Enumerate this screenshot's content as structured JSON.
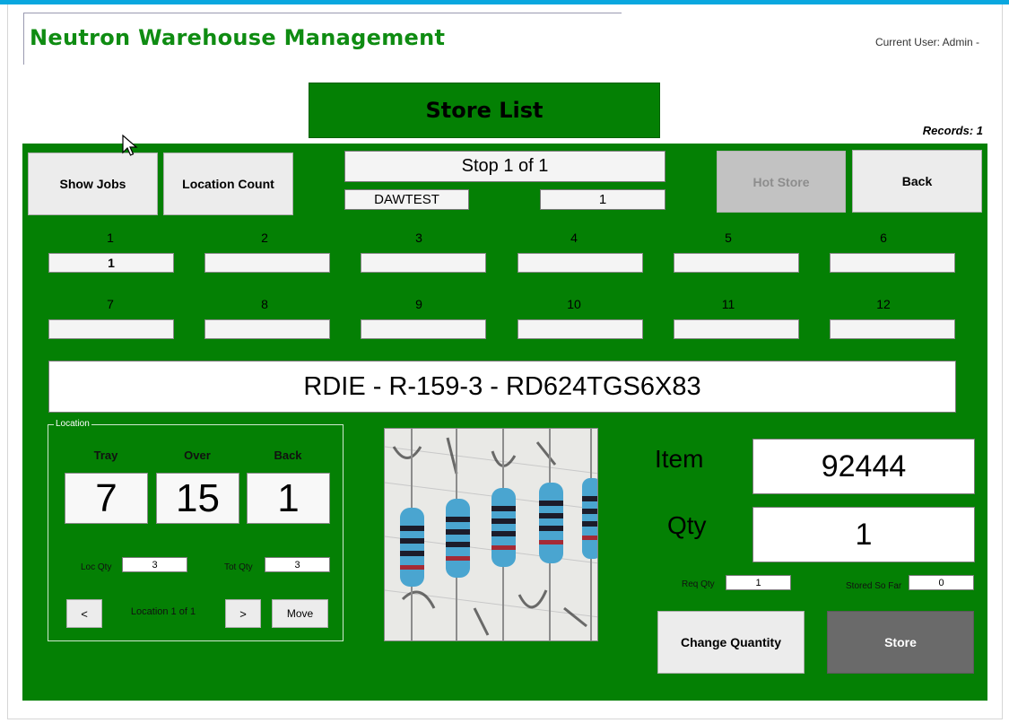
{
  "app": {
    "title": "Neutron Warehouse Management",
    "current_user": "Current User: Admin  -"
  },
  "header": {
    "page_title": "Store List",
    "records": "Records: 1"
  },
  "toolbar": {
    "show_jobs": "Show Jobs",
    "location_count": "Location Count",
    "hot_store": "Hot Store",
    "back": "Back"
  },
  "stop": {
    "label": "Stop 1 of 1",
    "job": "DAWTEST",
    "number": "1"
  },
  "slots": [
    {
      "label": "1",
      "value": "1"
    },
    {
      "label": "2",
      "value": ""
    },
    {
      "label": "3",
      "value": ""
    },
    {
      "label": "4",
      "value": ""
    },
    {
      "label": "5",
      "value": ""
    },
    {
      "label": "6",
      "value": ""
    },
    {
      "label": "7",
      "value": ""
    },
    {
      "label": "8",
      "value": ""
    },
    {
      "label": "9",
      "value": ""
    },
    {
      "label": "10",
      "value": ""
    },
    {
      "label": "11",
      "value": ""
    },
    {
      "label": "12",
      "value": ""
    }
  ],
  "part_description": "RDIE - R-159-3 - RD624TGS6X83",
  "location": {
    "legend": "Location",
    "tray_label": "Tray",
    "over_label": "Over",
    "back_label": "Back",
    "tray": "7",
    "over": "15",
    "back": "1",
    "loc_qty_label": "Loc Qty",
    "loc_qty": "3",
    "tot_qty_label": "Tot Qty",
    "tot_qty": "3",
    "prev": "<",
    "position": "Location 1 of 1",
    "next": ">",
    "move": "Move"
  },
  "item": {
    "item_label": "Item",
    "item_value": "92444",
    "qty_label": "Qty",
    "qty_value": "1",
    "req_qty_label": "Req Qty",
    "req_qty": "1",
    "stored_so_far_label": "Stored So Far",
    "stored_so_far": "0"
  },
  "actions": {
    "change_quantity": "Change Quantity",
    "store": "Store"
  },
  "colors": {
    "panel_green": "#048004",
    "title_green": "#0f8c12",
    "top_bar_blue": "#0aa7df",
    "disabled_button": "#c2c2c2",
    "store_button": "#6a6a6a"
  }
}
